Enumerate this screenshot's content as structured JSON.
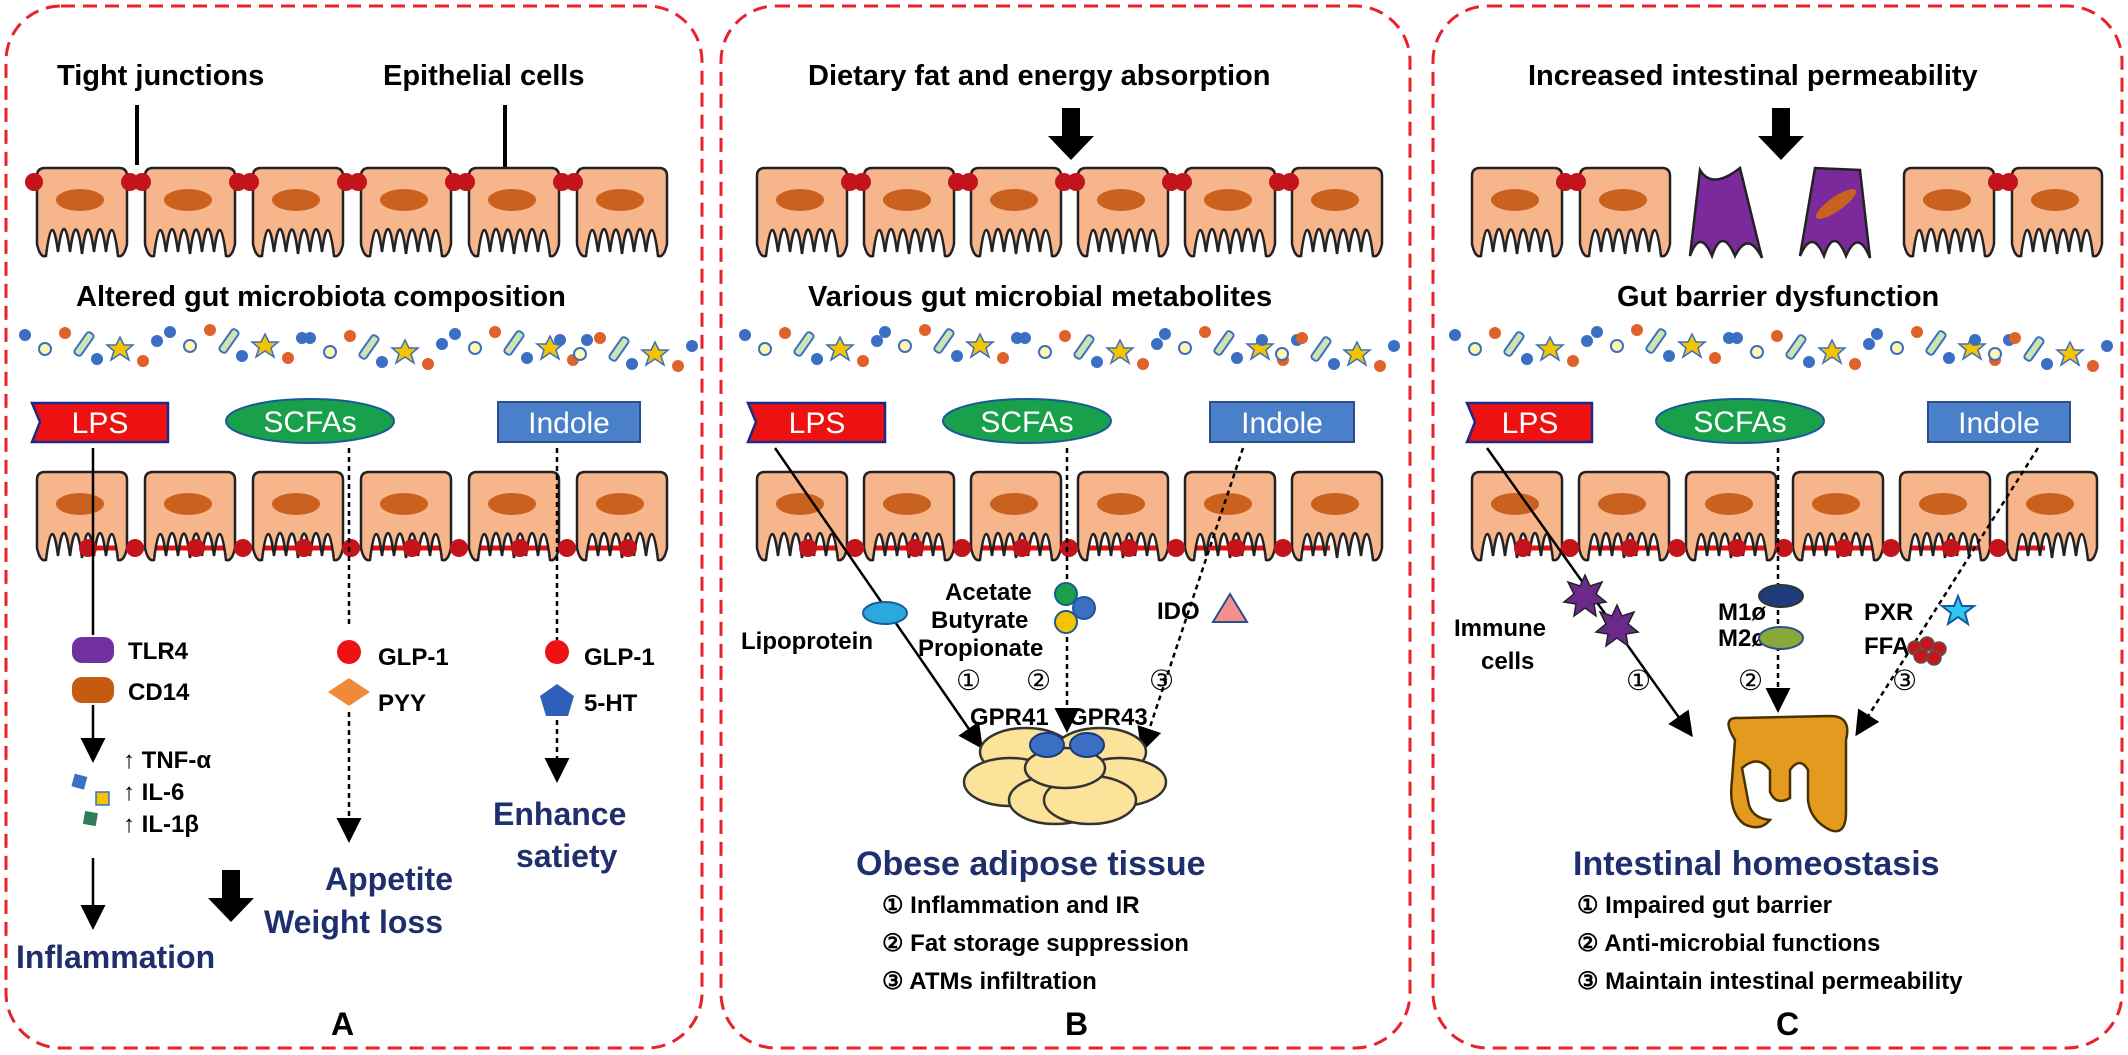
{
  "panels": {
    "A": {
      "letter": "A",
      "label_tight": "Tight junctions",
      "label_epi": "Epithelial cells",
      "microbiota": "Altered gut microbiota composition",
      "tag_lps": "LPS",
      "tag_scfa": "SCFAs",
      "tag_indole": "Indole",
      "tlr4": "TLR4",
      "cd14": "CD14",
      "tnf": "↑ TNF-α",
      "il6": "↑ IL-6",
      "il1": "↑ IL-1β",
      "glp1_mid": "GLP-1",
      "pyy": "PYY",
      "glp1_right": "GLP-1",
      "ht5": "5-HT",
      "out_inflammation": "Inflammation",
      "out_appetite": "Appetite",
      "out_weight": "Weight loss",
      "out_enhance": "Enhance",
      "out_satiety": "satiety"
    },
    "B": {
      "letter": "B",
      "title": "Dietary fat and energy absorption",
      "metabolites": "Various gut microbial metabolites",
      "tag_lps": "LPS",
      "tag_scfa": "SCFAs",
      "tag_indole": "Indole",
      "lipoprotein": "Lipoprotein",
      "acetate": "Acetate",
      "butyrate": "Butyrate",
      "propionate": "Propionate",
      "ido": "IDO",
      "gpr41": "GPR41",
      "gpr43": "GPR43",
      "n1": "①",
      "n2": "②",
      "n3": "③",
      "heading": "Obese adipose tissue",
      "item1": "① Inflammation and IR",
      "item2": "② Fat storage suppression",
      "item3": "③ ATMs infiltration"
    },
    "C": {
      "letter": "C",
      "title": "Increased intestinal permeability",
      "dysfunction": "Gut barrier dysfunction",
      "tag_lps": "LPS",
      "tag_scfa": "SCFAs",
      "tag_indole": "Indole",
      "immune1": "Immune",
      "immune2": "cells",
      "m1": "M1ø",
      "m2": "M2ø",
      "pxr": "PXR",
      "ffas": "FFAs",
      "n1": "①",
      "n2": "②",
      "n3": "③",
      "heading": "Intestinal homeostasis",
      "item1": "① Impaired gut barrier",
      "item2": "② Anti-microbial functions",
      "item3": "③ Maintain intestinal permeability"
    }
  },
  "colors": {
    "border": "#e8212b",
    "cell_fill": "#f7b58c",
    "cell_stroke": "#222222",
    "nucleus": "#c9621e",
    "junction": "#e81010",
    "lps": "#ee1111",
    "scfa": "#18a04a",
    "indole": "#4a7fc9",
    "damaged_cell": "#7a2a9a",
    "blue_text": "#1f2f6e"
  }
}
